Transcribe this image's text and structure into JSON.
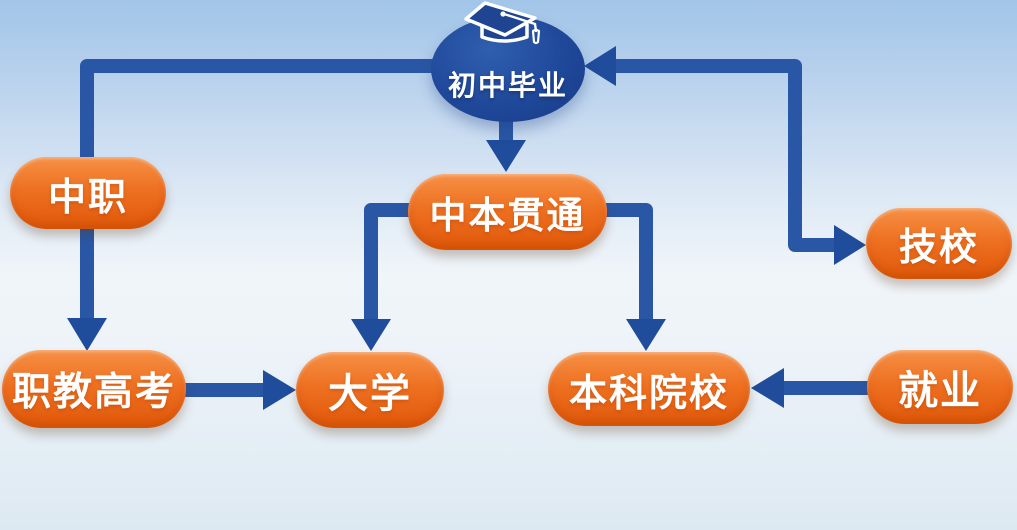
{
  "diagram": {
    "root": {
      "id": "junior-high-graduation",
      "label": "初中毕业",
      "icon": "graduation-cap-icon"
    },
    "nodes": [
      {
        "id": "secondary-vocational",
        "label": "中职"
      },
      {
        "id": "middle-to-bachelor-program",
        "label": "中本贯通"
      },
      {
        "id": "technical-school",
        "label": "技校"
      },
      {
        "id": "vocational-education-gaokao",
        "label": "职教高考"
      },
      {
        "id": "university",
        "label": "大学"
      },
      {
        "id": "undergraduate-college",
        "label": "本科院校"
      },
      {
        "id": "employment",
        "label": "就业"
      }
    ],
    "edges": [
      {
        "from": "初中毕业",
        "to": "中本贯通"
      },
      {
        "from": "初中毕业",
        "through": "中职",
        "to": "职教高考"
      },
      {
        "from": "中本贯通",
        "to": "大学"
      },
      {
        "from": "中本贯通",
        "to": "本科院校"
      },
      {
        "from": "职教高考",
        "to": "大学"
      },
      {
        "from": "就业",
        "to": "本科院校"
      },
      {
        "between": [
          "初中毕业",
          "技校"
        ],
        "arrowheads": "both"
      }
    ],
    "colors": {
      "node_orange_light": "#f69045",
      "node_orange": "#ee7021",
      "node_orange_dark": "#da5707",
      "arrow_blue": "#2a57a5",
      "arrowhead_blue": "#1f4c9b",
      "circle_blue": "#20489a",
      "text_white": "#ffffff",
      "background_top": "#a2c5e8",
      "background_middle": "#f0f5f9",
      "background_bottom": "#dde9f2"
    }
  }
}
